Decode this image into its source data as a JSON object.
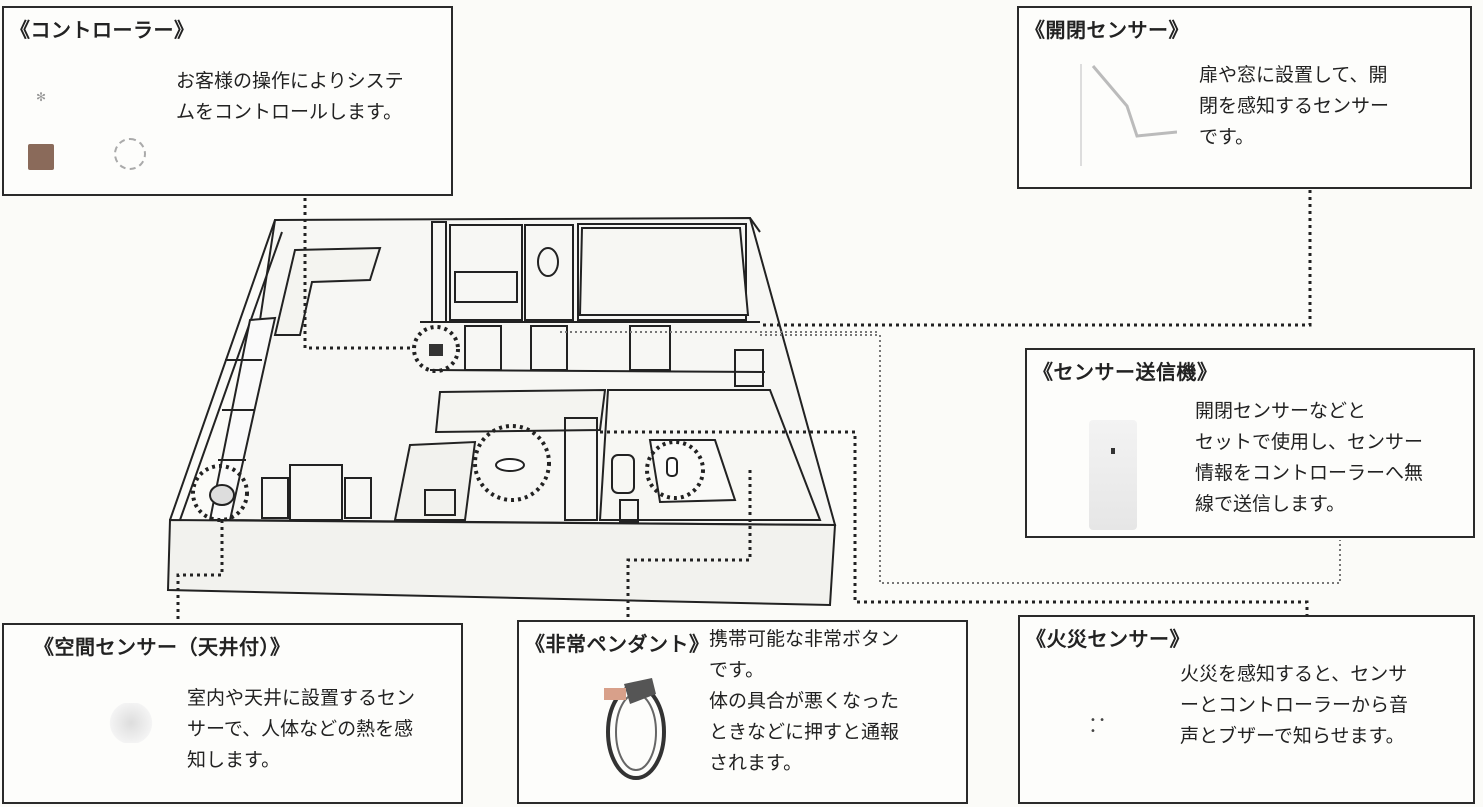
{
  "controller": {
    "title": "《コントローラー》",
    "desc": "お客様の操作によりシステ\nムをコントロールします。"
  },
  "door_sensor": {
    "title": "《開閉センサー》",
    "desc": "扉や窓に設置して、開\n閉を感知するセンサー\nです。"
  },
  "transmitter": {
    "title": "《センサー送信機》",
    "desc": "開閉センサーなどと\nセットで使用し、センサー\n情報をコントローラーへ無\n線で送信します。"
  },
  "space_sensor": {
    "title": "《空間センサー（天井付）》",
    "desc": "室内や天井に設置するセン\nサーで、人体などの熱を感\n知します。"
  },
  "pendant": {
    "title": "《非常ペンダント》",
    "desc": "携帯可能な非常ボタン\nです。\n体の具合が悪くなった\nときなどに押すと通報\nされます。"
  },
  "fire_sensor": {
    "title": "《火災センサー》",
    "desc": "火災を感知すると、センサ\nーとコントローラーから音\n声とブザーで知らせます。"
  }
}
